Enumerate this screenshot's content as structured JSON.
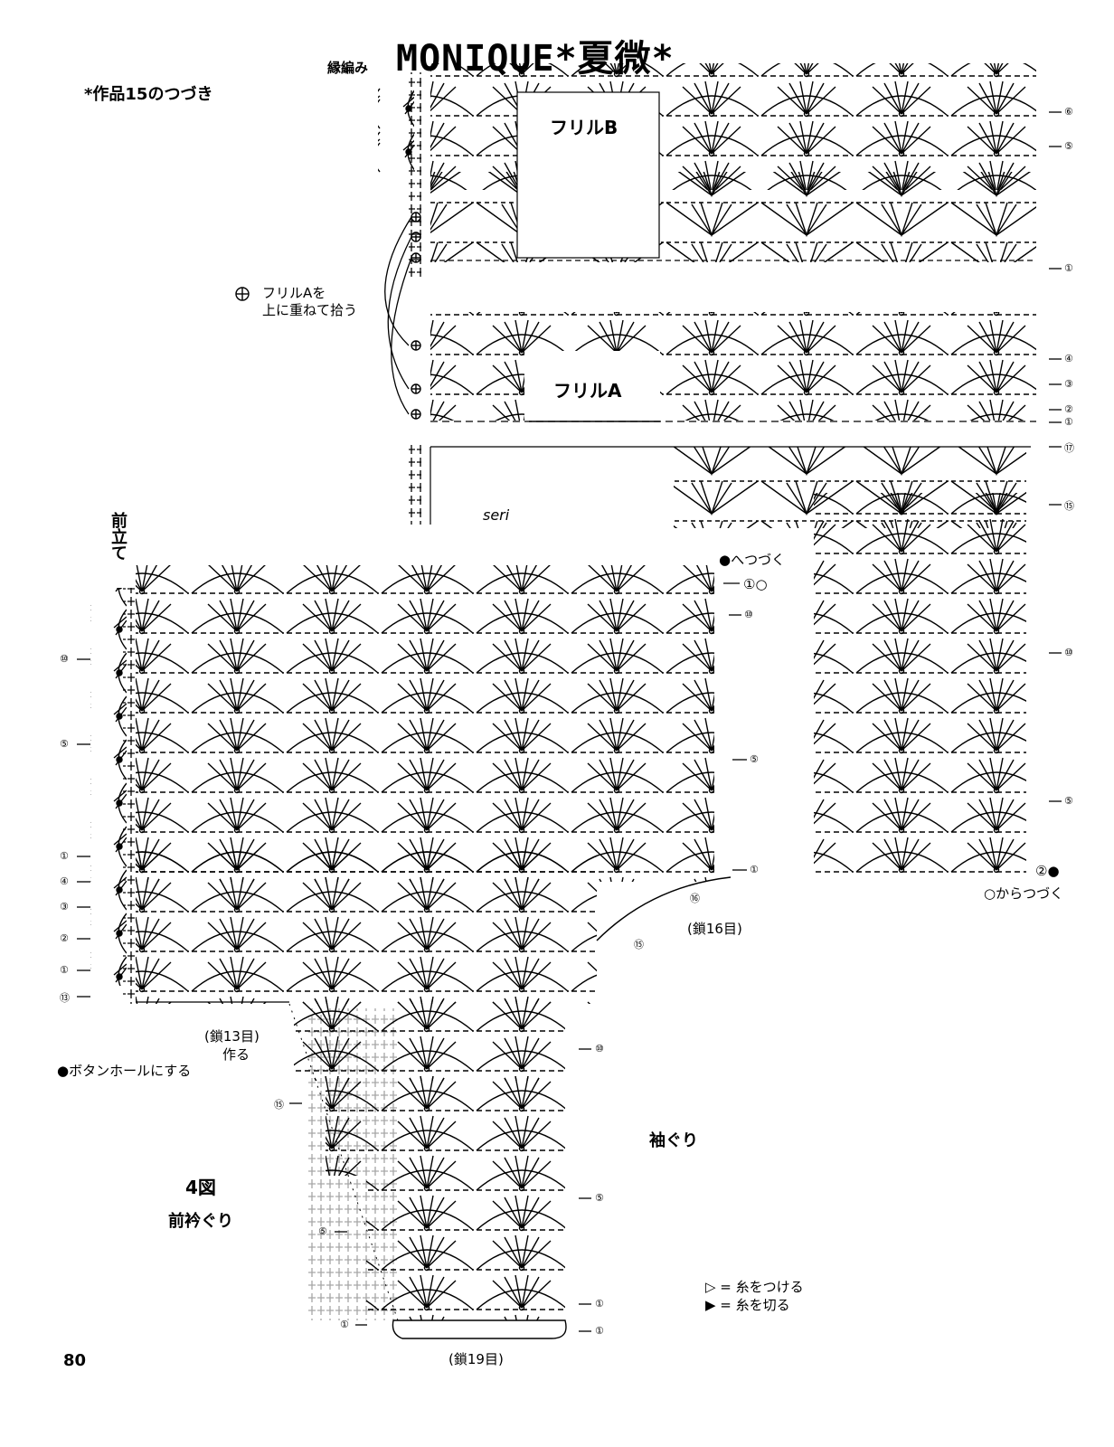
{
  "watermark": "MONIQUE*夏微*",
  "continuation_title": "*作品15のつづき",
  "edge_label": "縁編み",
  "frill_b": "フリルB",
  "frill_a": "フリルA",
  "pickup_note_line1": "フリルAを",
  "pickup_note_line2": "上に重ねて拾う",
  "seri": "seri",
  "front_band": "前立て",
  "continue_to": "●へつづく",
  "continue_from": "○からつづく",
  "row_1_circle": "①○",
  "row_2_dot": "②●",
  "chain_16": "(鎖16目)",
  "chain_13": "(鎖13目)",
  "make": "作る",
  "buttonhole": "●ボタンホールにする",
  "armhole": "袖ぐり",
  "figure": "4図",
  "front_neckline": "前衿ぐり",
  "chain_19": "(鎖19目)",
  "legend_attach": "▷ = 糸をつける",
  "legend_cut": "▶ = 糸を切る",
  "page_number": "80",
  "rows": {
    "r1": "①",
    "r2": "②",
    "r3": "③",
    "r4": "④",
    "r5": "⑤",
    "r6": "⑥",
    "r10": "⑩",
    "r13": "⑬",
    "r15": "⑮",
    "r16": "⑯",
    "r17": "⑰"
  }
}
